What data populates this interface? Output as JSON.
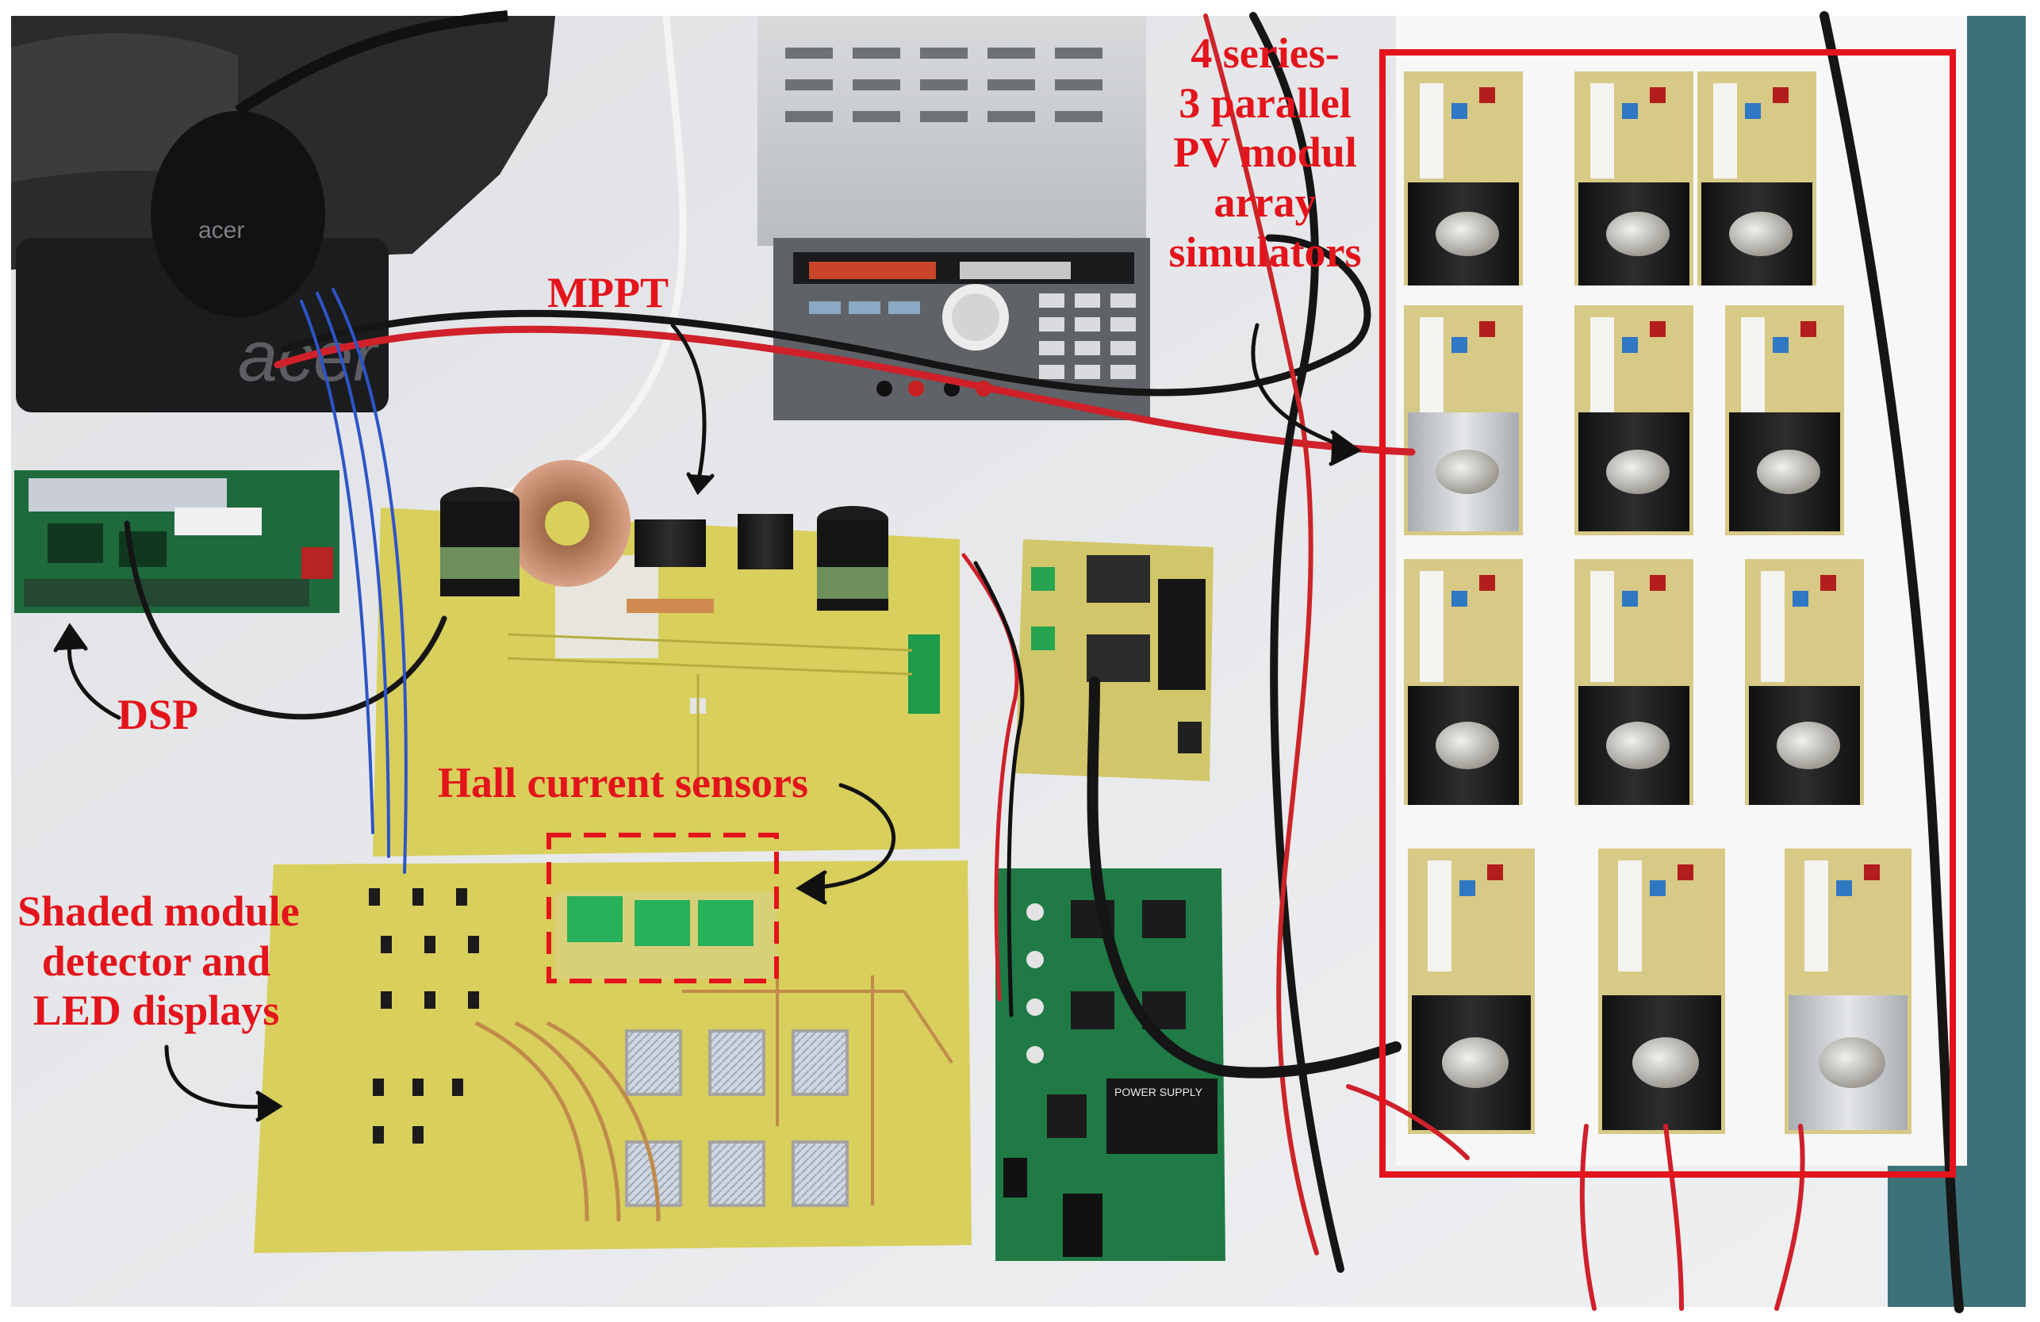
{
  "colors": {
    "annotation": "#e3141b",
    "pcb_yellow": "#d8cf5c",
    "pcb_green": "#1f7a45",
    "desk": "#e9ebee"
  },
  "labels": {
    "mppt": "MPPT",
    "dsp": "DSP",
    "hall": "Hall current sensors",
    "shaded": [
      "Shaded module",
      "detector and",
      "LED displays"
    ],
    "array": [
      "4 series-",
      "3 parallel",
      "PV modul",
      "array",
      "simulators"
    ]
  },
  "objects": {
    "monitor_logo": "acer",
    "mouse_logo": "acer",
    "psu_label": "POWER SUPPLY"
  }
}
